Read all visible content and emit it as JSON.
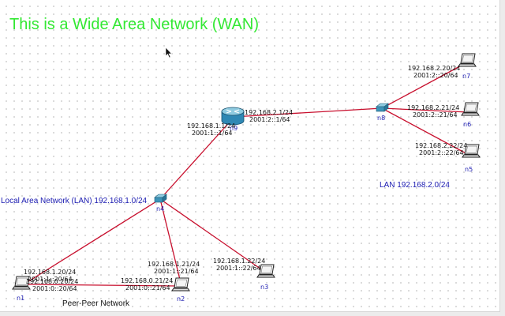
{
  "title": "This is a Wide Area Network (WAN)",
  "labels": {
    "lan1": "Local Area Network (LAN) 192.168.1.0/24",
    "lan2": "LAN 192.168.2.0/24",
    "p2p": "Peer-Peer Network"
  },
  "nodes": {
    "n1": "n1",
    "n2": "n2",
    "n3": "n3",
    "n4": "n4",
    "n5": "n5",
    "n6": "n6",
    "n7": "n7",
    "n8": "n8",
    "n9": "n9"
  },
  "addresses": {
    "router_lan1_v4": "192.168.1.1/24",
    "router_lan1_v6": "2001:1::1/64",
    "router_lan2_v4": "192.168.2.1/24",
    "router_lan2_v6": "2001:2::1/64",
    "n7_v4": "192.168.2.20/24",
    "n7_v6": "2001:2::20/64",
    "n6_v4": "192.168.2.21/24",
    "n6_v6": "2001:2::21/64",
    "n5_v4": "192.168.2.22/24",
    "n5_v6": "2001:2::22/64",
    "n1_lan_v4": "192.168.1.20/24",
    "n1_lan_v6": "2001:1::20/64",
    "n1_p2p_v4": "192.168.0.20/24",
    "n1_p2p_v6": "2001:0::20/64",
    "n2_lan_v4": "192.168.1.21/24",
    "n2_lan_v6": "2001:1::21/64",
    "n2_p2p_v4": "192.168.0.21/24",
    "n2_p2p_v6": "2001:0::21/64",
    "n3_v4": "192.168.1.22/24",
    "n3_v6": "2001:1::22/64"
  },
  "colors": {
    "link": "#c8102e",
    "title": "#33e833",
    "label": "#1a1ab0"
  },
  "icons": {
    "router": "router-icon",
    "switch": "switch-icon",
    "host": "laptop-icon"
  }
}
